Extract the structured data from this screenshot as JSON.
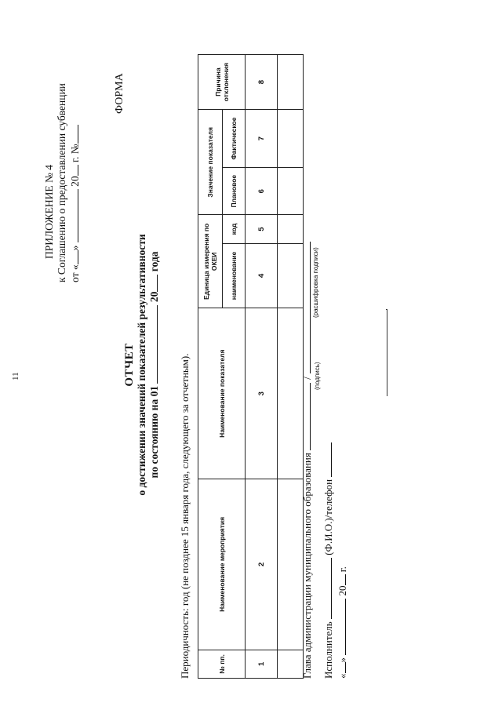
{
  "page_number": "11",
  "appendix": {
    "title": "ПРИЛОЖЕНИЕ № 4",
    "line2": "к Соглашению о предоставлении субвенции",
    "line3_prefix": "от «",
    "line3_mid": "»",
    "line3_year": "20",
    "line3_suffix": "г. №"
  },
  "form_label": "ФОРМА",
  "report": {
    "title": "ОТЧЕТ",
    "subtitle": "о достижении значений показателей результативности",
    "status_prefix": "по состоянию на 01",
    "status_year": "20",
    "status_suffix": "года"
  },
  "periodicity": "Периодичность: год (не позднее 15 января года, следующего за отчетным).",
  "table": {
    "col_no": "№ пп.",
    "col_event": "Наименование мероприятия",
    "col_indicator": "Наименование показателя",
    "col_unit_group": "Единица измерения по ОКЕИ",
    "col_unit_name": "наименование",
    "col_unit_code": "код",
    "col_value_group": "Значение показателя",
    "col_planned": "Плановое",
    "col_actual": "Фактическое",
    "col_reason": "Причина отклонения",
    "numbers": [
      "1",
      "2",
      "3",
      "4",
      "5",
      "6",
      "7",
      "8"
    ]
  },
  "signatures": {
    "head_label": "Глава администрации муниципального образования",
    "sign_caption": "(подпись)",
    "decode_caption": "(расшифровка подписи)",
    "executor_label": "Исполнитель",
    "executor_fio": "(Ф.И.О.)/телефон",
    "date_open": "«",
    "date_close": "»",
    "date_year": "20",
    "date_suffix": "г."
  }
}
